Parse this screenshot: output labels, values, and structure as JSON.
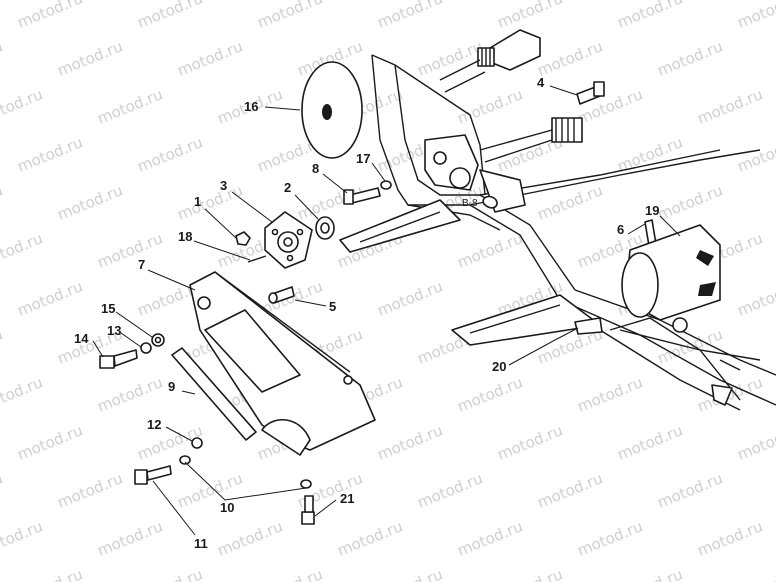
{
  "watermark": "motod.ru",
  "stamp": "B-8",
  "callouts": [
    "1",
    "2",
    "3",
    "4",
    "5",
    "6",
    "7",
    "8",
    "9",
    "10",
    "11",
    "12",
    "13",
    "14",
    "15",
    "16",
    "17",
    "18",
    "19",
    "20",
    "21"
  ]
}
